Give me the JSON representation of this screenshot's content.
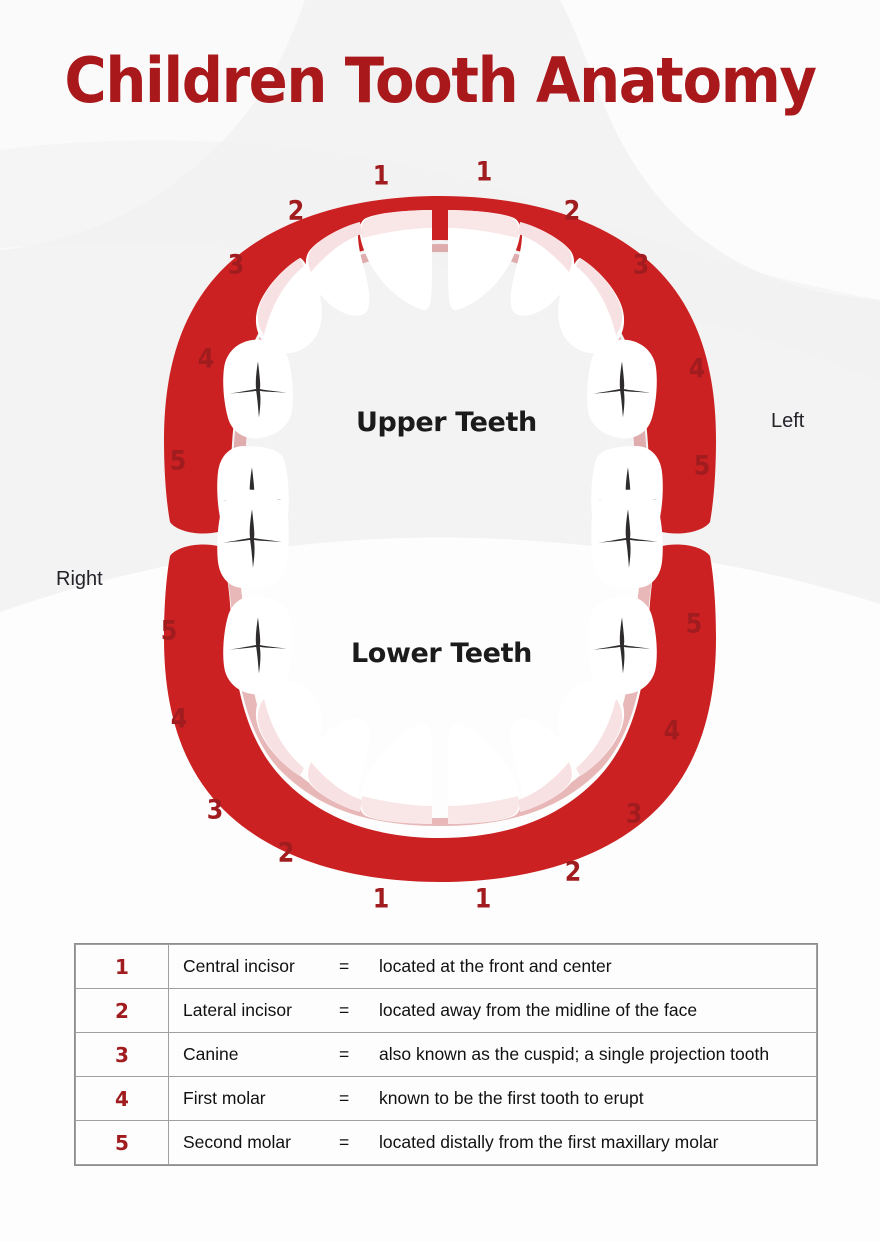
{
  "title": "Children Tooth Anatomy",
  "colors": {
    "background": "#f4f3f3",
    "background_blob": "#fdfdfd",
    "title_red": "#a9191c",
    "gum_red": "#cc2122",
    "gum_red_dark": "#b81a1c",
    "tooth_white": "#ffffff",
    "tooth_pink": "#f7e3e4",
    "number_red": "#a11c1f",
    "text_dark": "#1b1b1b",
    "table_border": "#a0a0a0"
  },
  "diagram": {
    "upper_label": "Upper Teeth",
    "lower_label": "Lower Teeth",
    "side_right": "Right",
    "side_left": "Left",
    "upper_numbers_left": [
      "1",
      "2",
      "3",
      "4",
      "5"
    ],
    "upper_numbers_right": [
      "1",
      "2",
      "3",
      "4",
      "5"
    ],
    "lower_numbers_left": [
      "5",
      "4",
      "3",
      "2",
      "1"
    ],
    "lower_numbers_right": [
      "5",
      "4",
      "3",
      "2",
      "1"
    ],
    "labels": {
      "u_l1": "1",
      "u_l2": "2",
      "u_l3": "3",
      "u_l4": "4",
      "u_l5": "5",
      "u_r1": "1",
      "u_r2": "2",
      "u_r3": "3",
      "u_r4": "4",
      "u_r5": "5",
      "l_l1": "1",
      "l_l2": "2",
      "l_l3": "3",
      "l_l4": "4",
      "l_l5": "5",
      "l_r1": "1",
      "l_r2": "2",
      "l_r3": "3",
      "l_r4": "4",
      "l_r5": "5"
    }
  },
  "legend": {
    "rows": [
      {
        "num": "1",
        "name": "Central incisor",
        "eq": "=",
        "meaning": "located at the front and center"
      },
      {
        "num": "2",
        "name": "Lateral incisor",
        "eq": "=",
        "meaning": "located away from the midline of the face"
      },
      {
        "num": "3",
        "name": "Canine",
        "eq": "=",
        "meaning": "also known as the cuspid; a single projection tooth"
      },
      {
        "num": "4",
        "name": "First molar",
        "eq": "=",
        "meaning": "known to be the first tooth to erupt"
      },
      {
        "num": "5",
        "name": "Second molar",
        "eq": "=",
        "meaning": "located distally from the first maxillary molar"
      }
    ]
  }
}
